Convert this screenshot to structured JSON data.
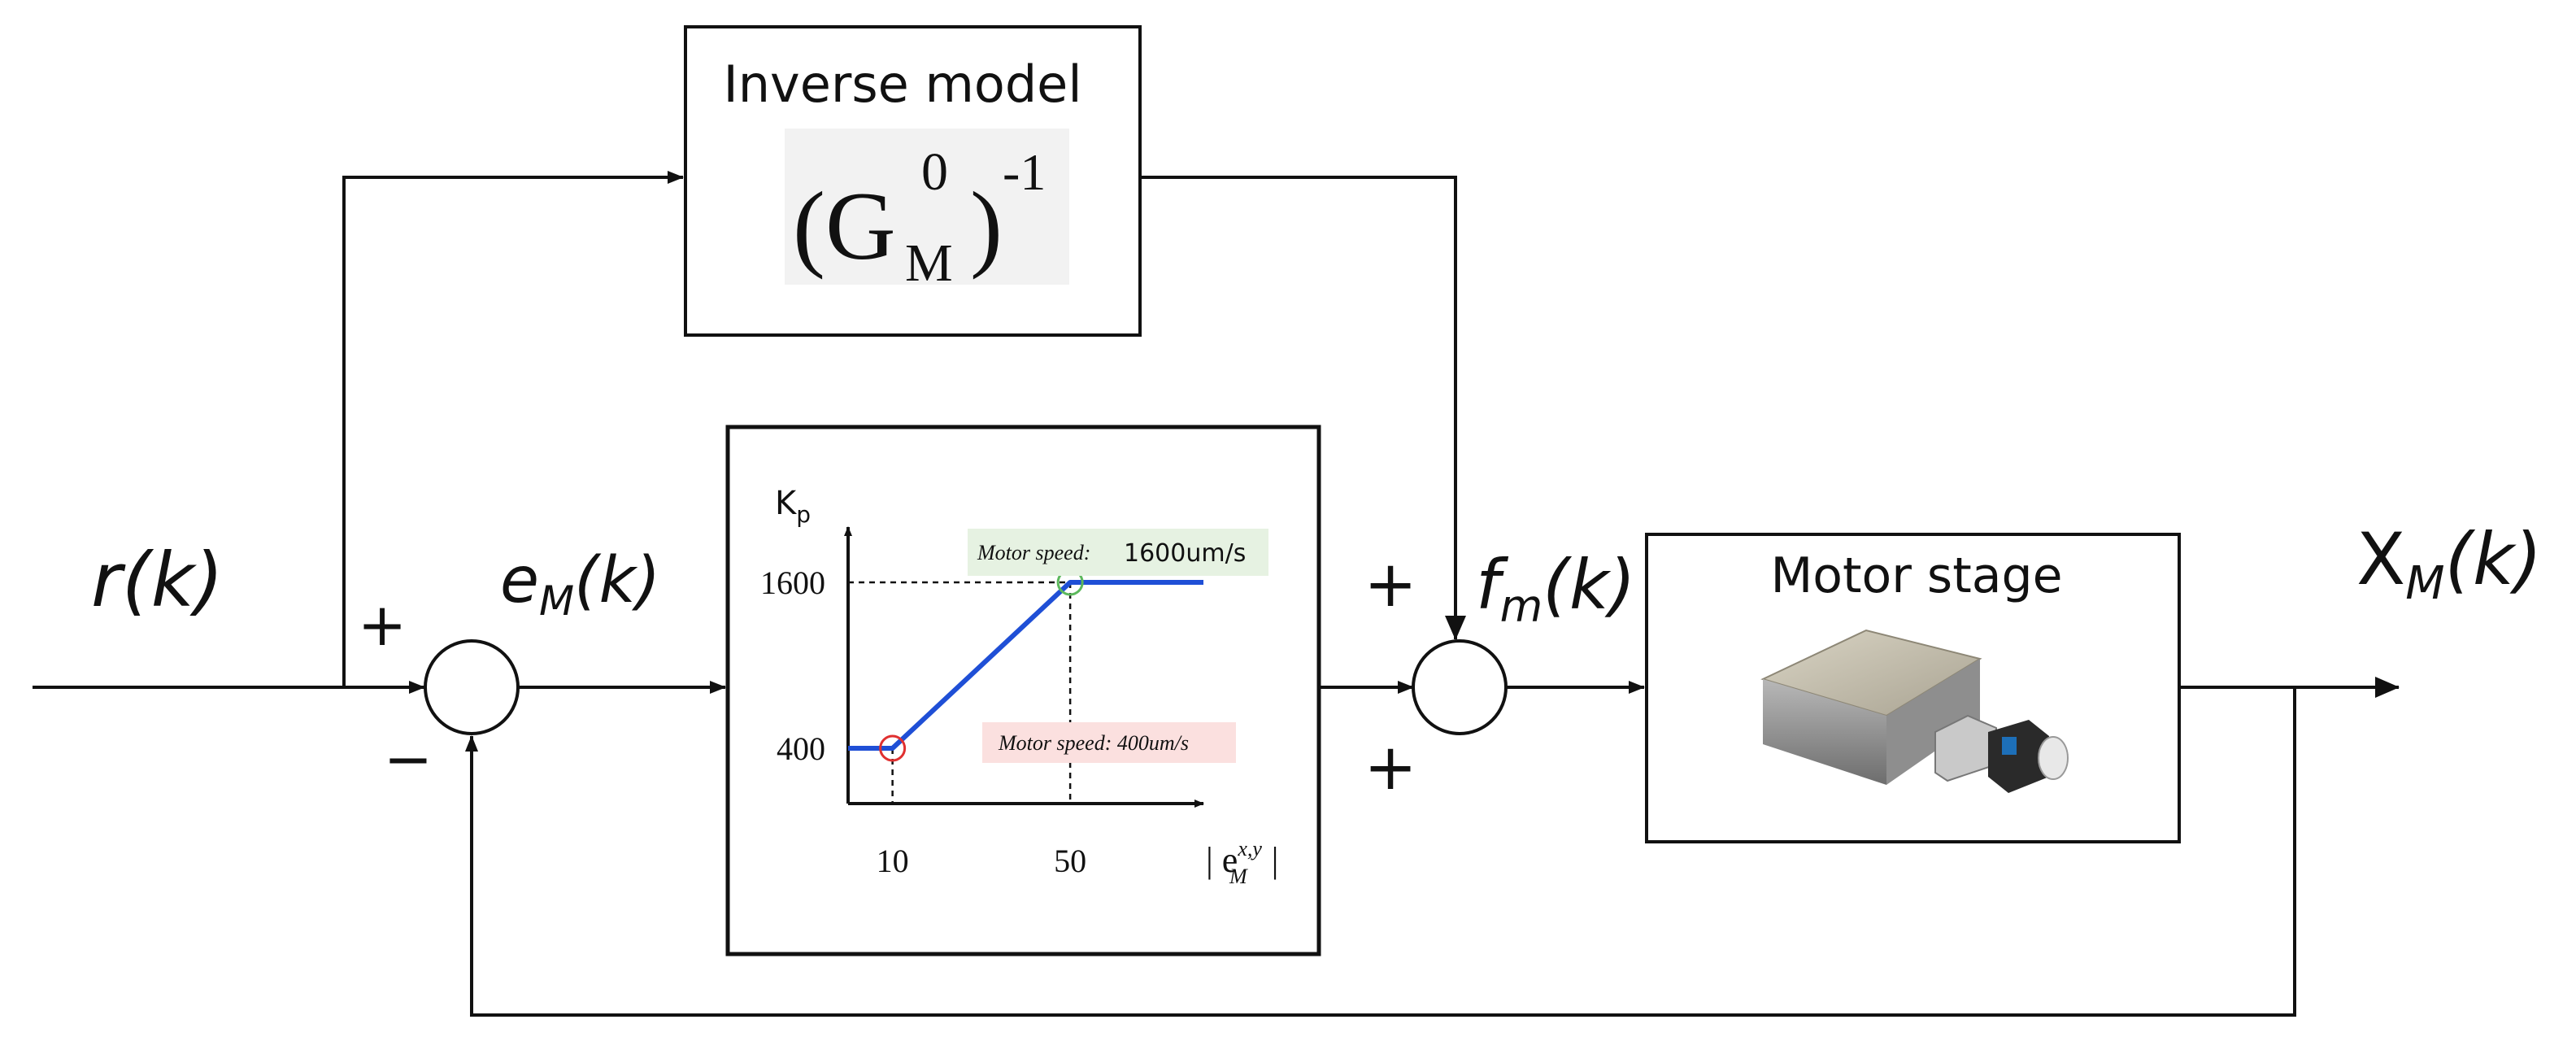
{
  "signals": {
    "input": {
      "sym": "r",
      "arg": "(k)"
    },
    "error": {
      "sym": "e",
      "sub": "M",
      "arg": "(k)"
    },
    "force": {
      "sym": "f",
      "sub": "m",
      "arg": "(k)"
    },
    "output": {
      "sym": "X",
      "sub": "M",
      "arg": "(k)"
    }
  },
  "signs": {
    "sum1_plus": "+",
    "sum1_minus": "−",
    "sum2_plus_top": "+",
    "sum2_plus_bottom": "+"
  },
  "blocks": {
    "inverse_model": {
      "title": "Inverse model",
      "formula": {
        "open": "(G",
        "sup": "0",
        "sub": "M",
        "close": ")",
        "power": "-1"
      }
    },
    "motor_stage": {
      "title": "Motor stage"
    }
  },
  "chart_data": {
    "type": "line",
    "ylabel": "K",
    "ylabel_sub": "p",
    "xlabel": "| e",
    "xlabel_sub": "M",
    "xlabel_sup": "x,y",
    "xlabel_end": "|",
    "x_ticks": [
      "10",
      "50"
    ],
    "y_ticks": [
      "400",
      "1600"
    ],
    "xlim": [
      0,
      80
    ],
    "ylim": [
      0,
      2000
    ],
    "series": [
      {
        "x": [
          0,
          10,
          50,
          80
        ],
        "y": [
          400,
          400,
          1600,
          1600
        ],
        "color": "#1f4fd6"
      }
    ],
    "annotations": [
      {
        "style": "italic",
        "text": "Motor speed:",
        "value": "1600um/s",
        "at": {
          "x": 50,
          "y": 1600
        },
        "marker_color": "#5cb85c",
        "bg": "#e6f2e2"
      },
      {
        "style": "italic",
        "text": "Motor speed: 400um/s",
        "at": {
          "x": 10,
          "y": 400
        },
        "marker_color": "#e03030",
        "bg": "#fbe0df"
      }
    ]
  }
}
